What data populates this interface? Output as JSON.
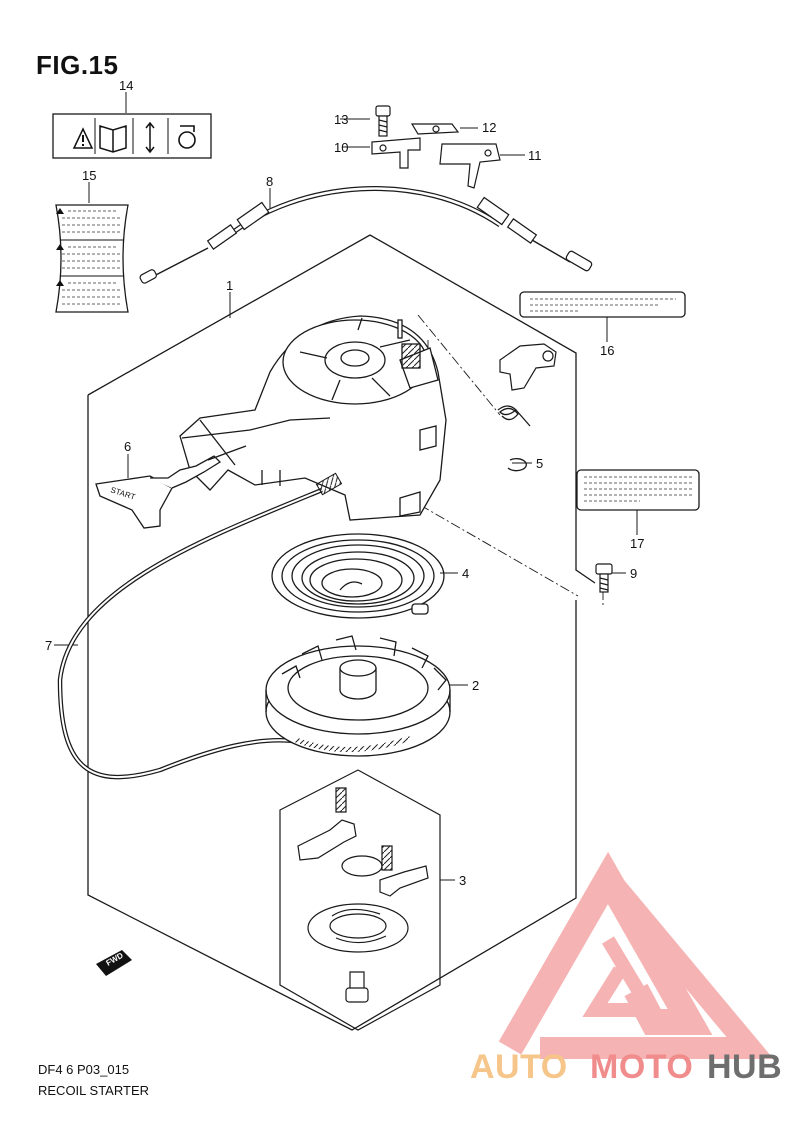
{
  "figure": {
    "title": "FIG.15",
    "code": "DF4 6 P03_015",
    "name": "RECOIL STARTER"
  },
  "callouts": [
    "1",
    "2",
    "3",
    "4",
    "5",
    "6",
    "7",
    "8",
    "9",
    "10",
    "11",
    "12",
    "13",
    "14",
    "15",
    "16",
    "17"
  ],
  "decal_start_text": "START",
  "fwd_text": "FWD",
  "watermark": {
    "part_a": "AUTO",
    "part_b": "MOTO",
    "part_c": "HUB",
    "colors": {
      "auto": "#f6c589",
      "moto": "#f08c8c",
      "hub": "#6e6e6e",
      "logo": "#f39a9a"
    }
  },
  "line_color": "#1a1a1a"
}
